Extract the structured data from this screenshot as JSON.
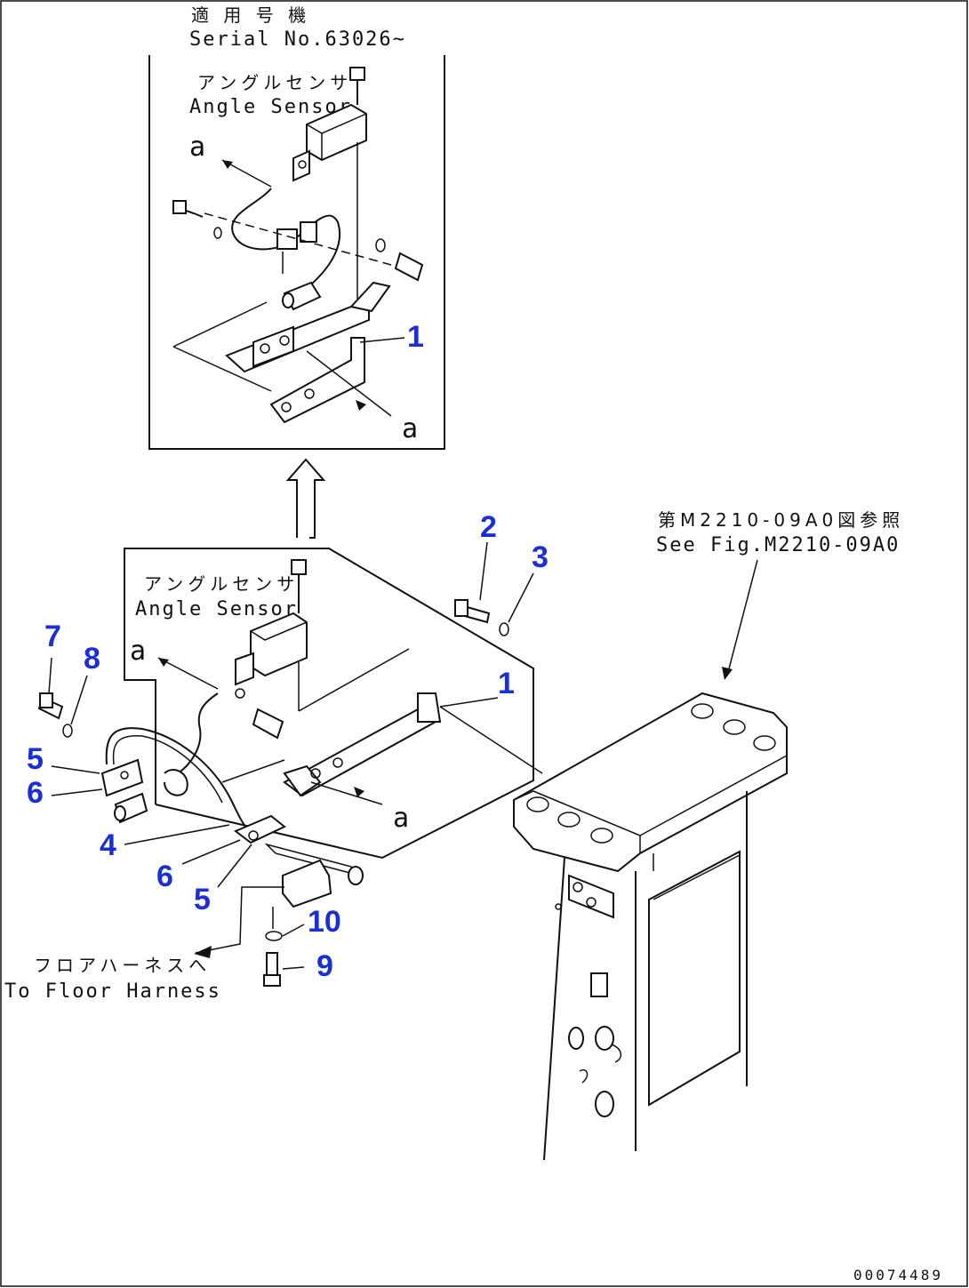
{
  "inset_header": {
    "jp": "適 用 号 機",
    "serial": "Serial No.63026~"
  },
  "inset": {
    "sensor_jp": "アングルセンサ",
    "sensor_en": "Angle Sensor",
    "mark_top": "a",
    "mark_bottom": "a",
    "callout": "1"
  },
  "main": {
    "sensor_jp": "アングルセンサ",
    "sensor_en": "Angle Sensor",
    "mark_left": "a",
    "mark_right": "a"
  },
  "reference": {
    "jp": "第M2210-09A0図参照",
    "en": "See Fig.M2210-09A0"
  },
  "harness": {
    "jp": "フロアハーネスへ",
    "en": "To Floor Harness"
  },
  "callouts": [
    "1",
    "2",
    "3",
    "4",
    "5",
    "6",
    "7",
    "8",
    "9",
    "10"
  ],
  "repeat_callouts": {
    "five_b": "5",
    "six_b": "6"
  },
  "drawing_code": "00074489",
  "colors": {
    "callout": "#1a2fd6",
    "line": "#111111"
  }
}
